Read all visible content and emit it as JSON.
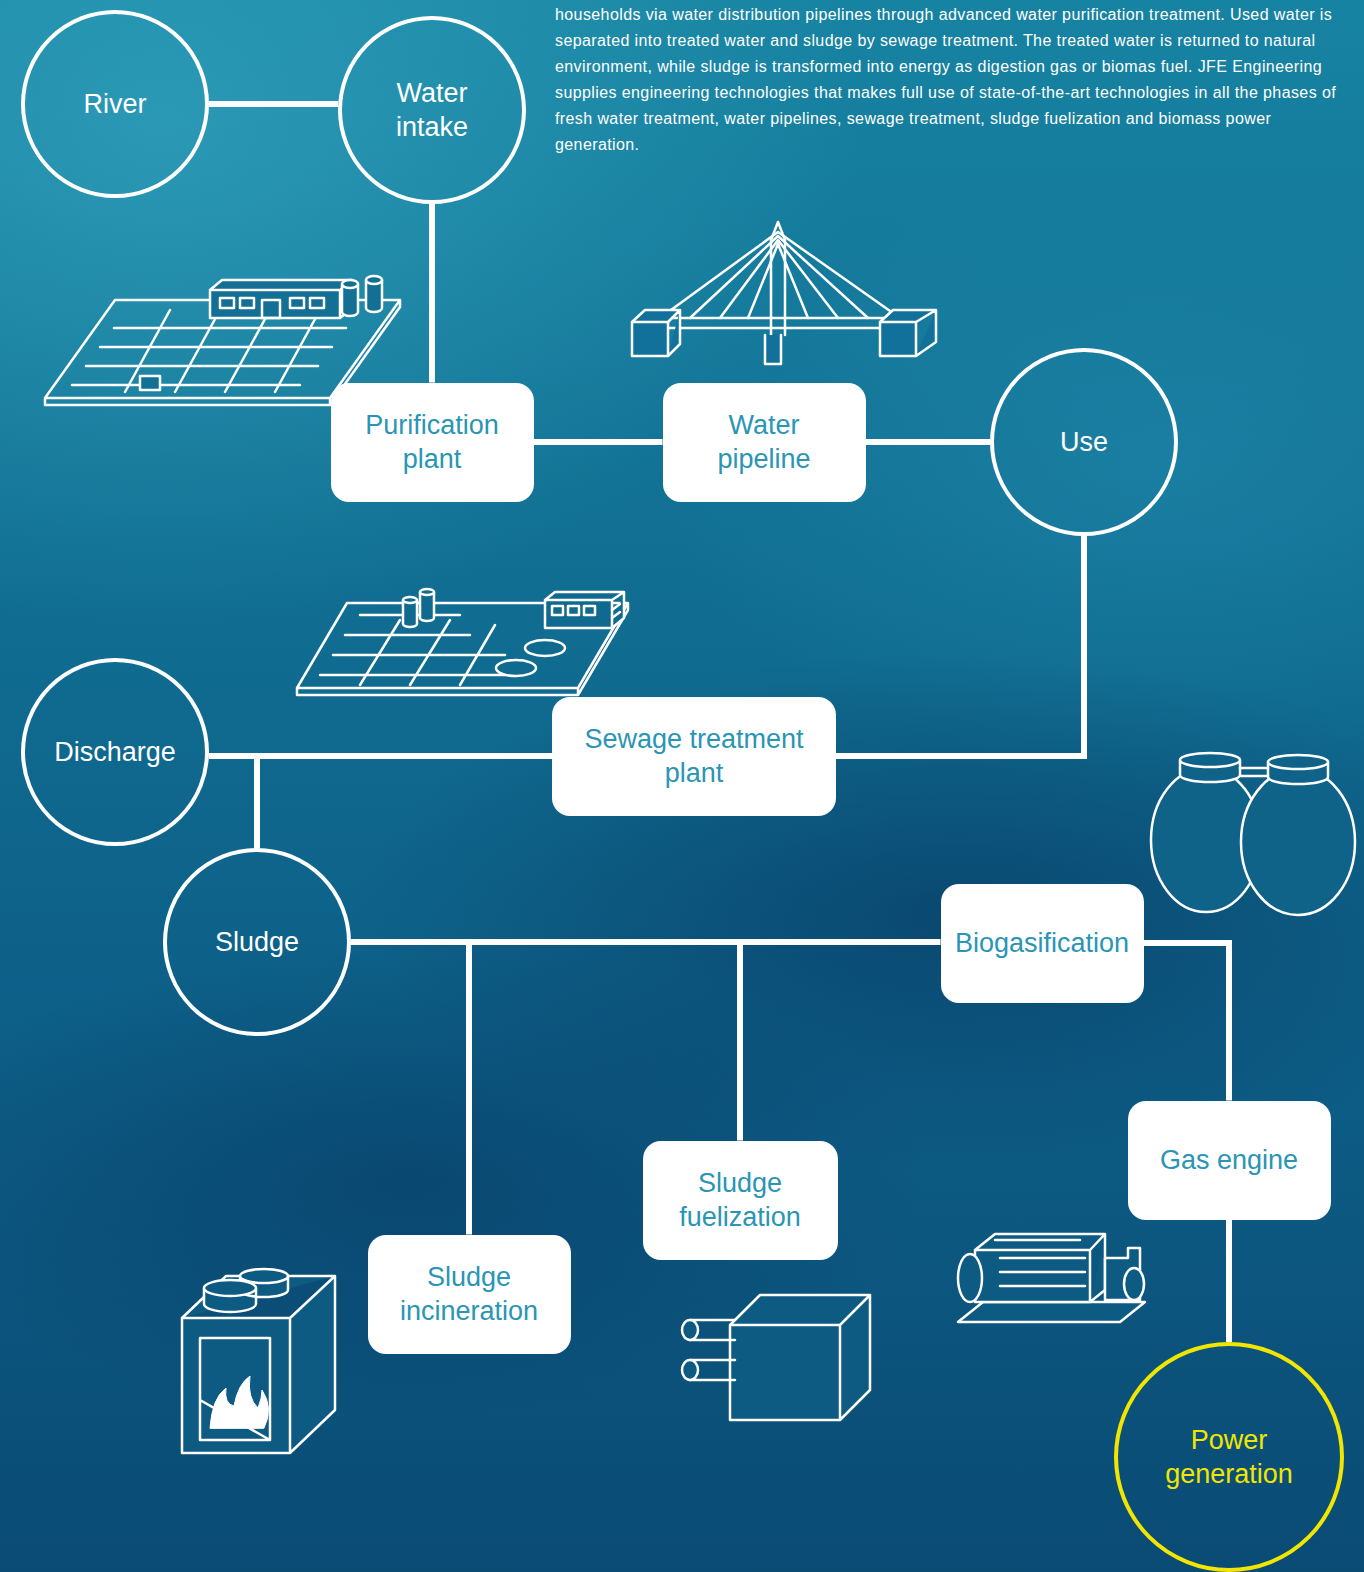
{
  "diagram": {
    "nodes": [
      {
        "text": [
          "River"
        ]
      },
      {
        "text": [
          "Water intake"
        ]
      },
      {
        "text": [
          "Purification plant"
        ]
      },
      {
        "text": [
          "Water pipeline"
        ]
      },
      {
        "text": [
          "Use"
        ]
      },
      {
        "text": [
          "Discharge"
        ]
      },
      {
        "text": [
          "Sewage treatment plant"
        ]
      },
      {
        "text": [
          "Sludge"
        ]
      },
      {
        "text": [
          "Biogasification"
        ]
      },
      {
        "text": [
          "Sludge incineration"
        ]
      },
      {
        "text": [
          "Sludge fuelization"
        ]
      },
      {
        "text": [
          "Gas engine"
        ]
      },
      {
        "text": [
          "Power generation"
        ]
      }
    ],
    "edges": [
      {
        "from": 0,
        "to": 1,
        "arrow": "none"
      },
      {
        "from": 1,
        "to": 2,
        "arrow": "none"
      },
      {
        "from": 2,
        "to": 3,
        "arrow": "none"
      },
      {
        "from": 3,
        "to": 4,
        "arrow": "none"
      },
      {
        "from": 4,
        "to": 6,
        "arrow": "none"
      },
      {
        "from": 6,
        "to": 5,
        "arrow": "none"
      },
      {
        "from": 6,
        "to": 7,
        "arrow": "none"
      },
      {
        "from": 7,
        "to": 9,
        "arrow": "none"
      },
      {
        "from": 7,
        "to": 10,
        "arrow": "none"
      },
      {
        "from": 7,
        "to": 8,
        "arrow": "none"
      },
      {
        "from": 8,
        "to": 11,
        "arrow": "none"
      },
      {
        "from": 11,
        "to": 12,
        "arrow": "none"
      }
    ],
    "labels": [
      "households via water distribution pipelines through advanced water purification treatment. Used water is separated into treated water and sludge by sewage treatment. The treated water is returned to natural environment, while sludge is transformed into energy as digestion gas or biomas fuel. JFE Engineering supplies engineering technologies that makes full use of state-of-the-art technologies in all the phases of fresh water treatment, water pipelines, sewage treatment, sludge fuelization and biomass power generation."
    ]
  }
}
